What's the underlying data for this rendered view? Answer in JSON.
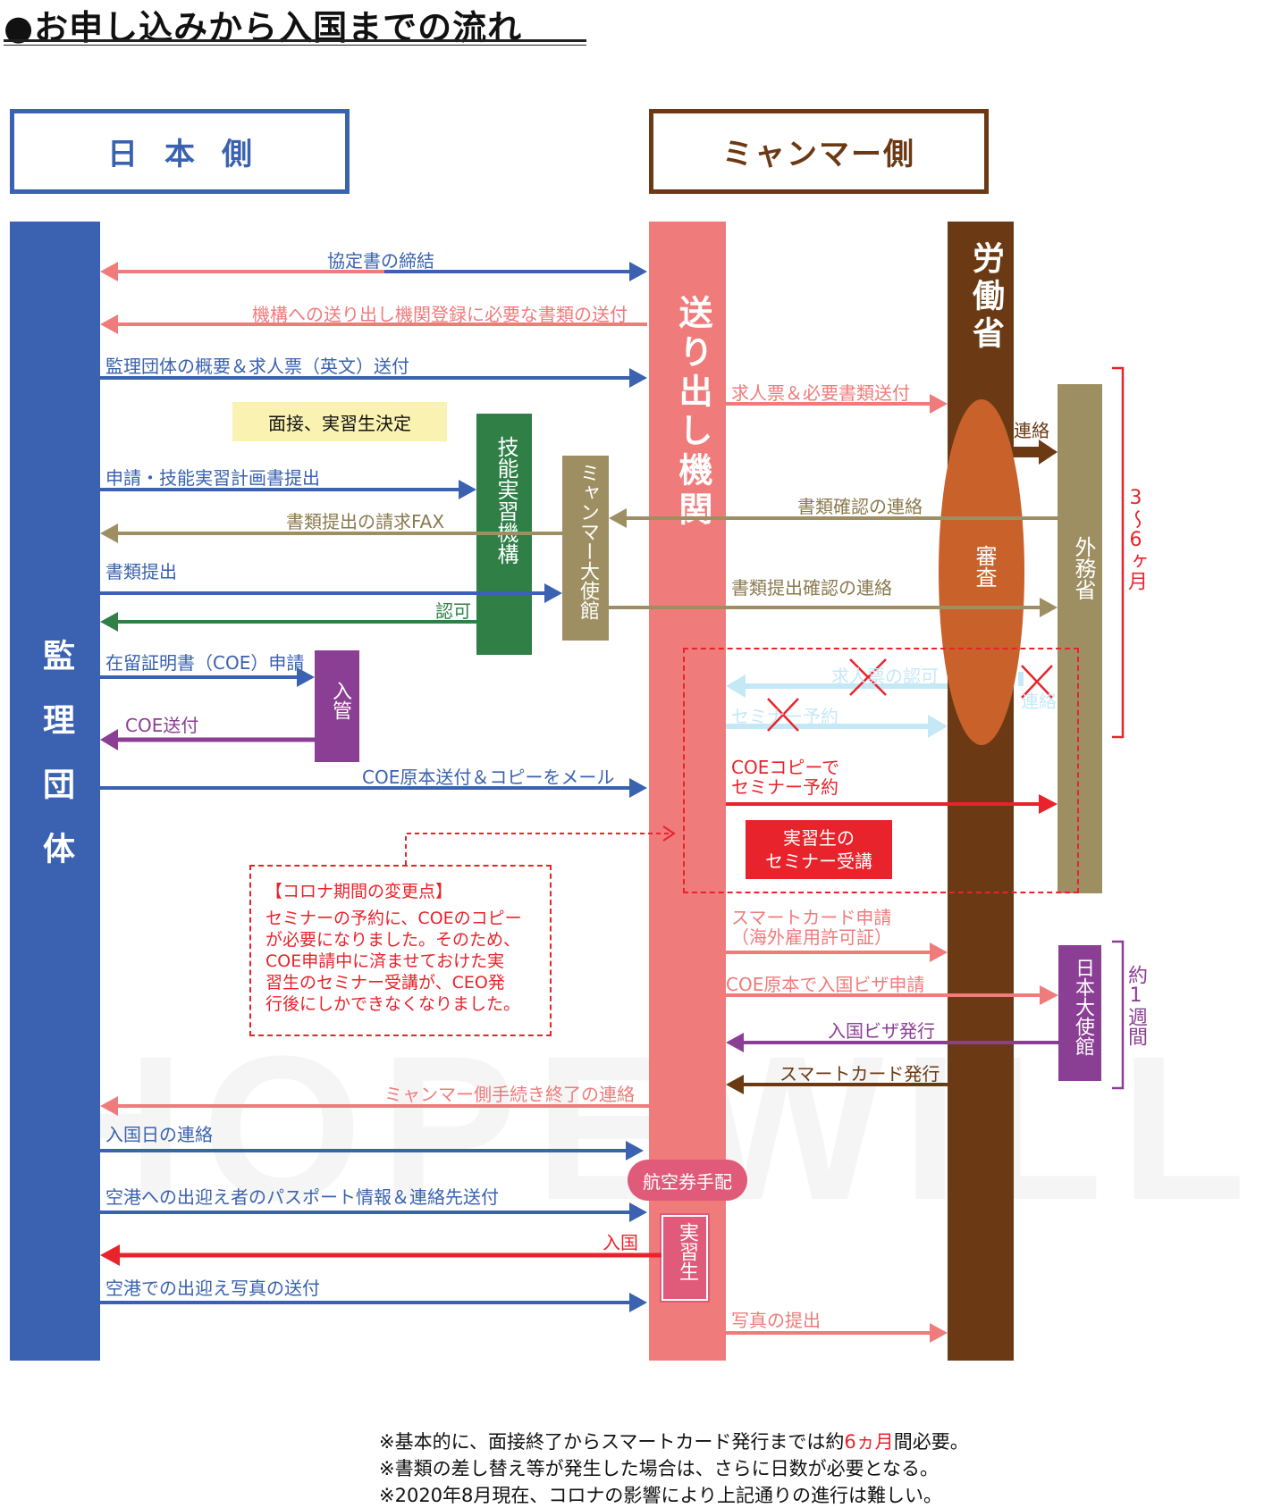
{
  "title": "●お申し込みから入国までの流れ",
  "headers": {
    "japan": "日本側",
    "myanmar": "ミャンマー側"
  },
  "columns": {
    "kanri": "監理団体",
    "okuri": "送り出し機関",
    "roudou": "労働省",
    "gaimu": "外務省",
    "ginou": "技能実習機構",
    "mm_embassy": "ミャンマー大使館",
    "nyukan": "入管",
    "jp_embassy": "日本大使館",
    "shinsa": "審査",
    "jisshusei": "実習生",
    "koukuuken": "航空券手配"
  },
  "interview": "面接、実習生決定",
  "seminar_box": "実習生の\nセミナー受講",
  "messages": {
    "kyoteisho": "協定書の締結",
    "kikou_tourokusho": "機構への送り出し機関登録に必要な書類の送付",
    "gaiyou": "監理団体の概要＆求人票（英文）送付",
    "kyujinhyo": "求人票＆必要書類送付",
    "renraku": "連絡",
    "shinsei": "申請・技能実習計画書提出",
    "shorui_kakunin": "書類確認の連絡",
    "fax": "書類提出の請求FAX",
    "shorui_teishutsu": "書類提出",
    "shorui_teishutsu_kakunin": "書類提出確認の連絡",
    "ninka": "認可",
    "coe_shinsei": "在留証明書（COE）申請",
    "kyujin_ninka": "求人票の認可",
    "seminar_yoyaku_old": "セミナー予約",
    "renraku_old": "連絡",
    "coe_soufu": "COE送付",
    "coe_mail": "COE原本送付＆コピーをメール",
    "coe_copy_seminar": "COEコピーで\nセミナー予約",
    "smartcard_shinsei": "スマートカード申請\n（海外雇用許可証）",
    "visa_shinsei": "COE原本で入国ビザ申請",
    "visa_hakkou": "入国ビザ発行",
    "smartcard_hakkou": "スマートカード発行",
    "tetsuzuki_shuryo": "ミャンマー側手続き終了の連絡",
    "nyukokubi": "入国日の連絡",
    "demukae": "空港への出迎え者のパスポート情報＆連絡先送付",
    "nyukoku": "入国",
    "shashin_soufu": "空港での出迎え写真の送付",
    "shashin_teishutsu": "写真の提出"
  },
  "durations": {
    "months": "3〜6ヶ月",
    "week": "約1週間"
  },
  "corona": {
    "head": "【コロナ期間の変更点】",
    "lines": [
      "セミナーの予約に、COEのコピー",
      "が必要になりました。そのため、",
      "COE申請中に済ませておけた実",
      "習生のセミナー受講が、CEO発",
      "行後にしかできなくなりました。"
    ]
  },
  "notes": {
    "n1a": "※基本的に、面接終了からスマートカード発行までは約",
    "n1b": "6ヵ月",
    "n1c": "間必要。",
    "n2": "※書類の差し替え等が発生した場合は、さらに日数が必要となる。",
    "n3": "※2020年8月現在、コロナの影響により上記通りの進行は難しい。"
  },
  "watermark": "HOPEWILL",
  "colors": {
    "blue": "#3a62b0",
    "pink": "#f07b7b",
    "brown": "#6b3a14",
    "olive": "#9e8f63",
    "green": "#2f7f47",
    "purple": "#8b3f94",
    "red": "#e8232b",
    "orange": "#c9612b",
    "lightblue": "#c5e8f7"
  }
}
